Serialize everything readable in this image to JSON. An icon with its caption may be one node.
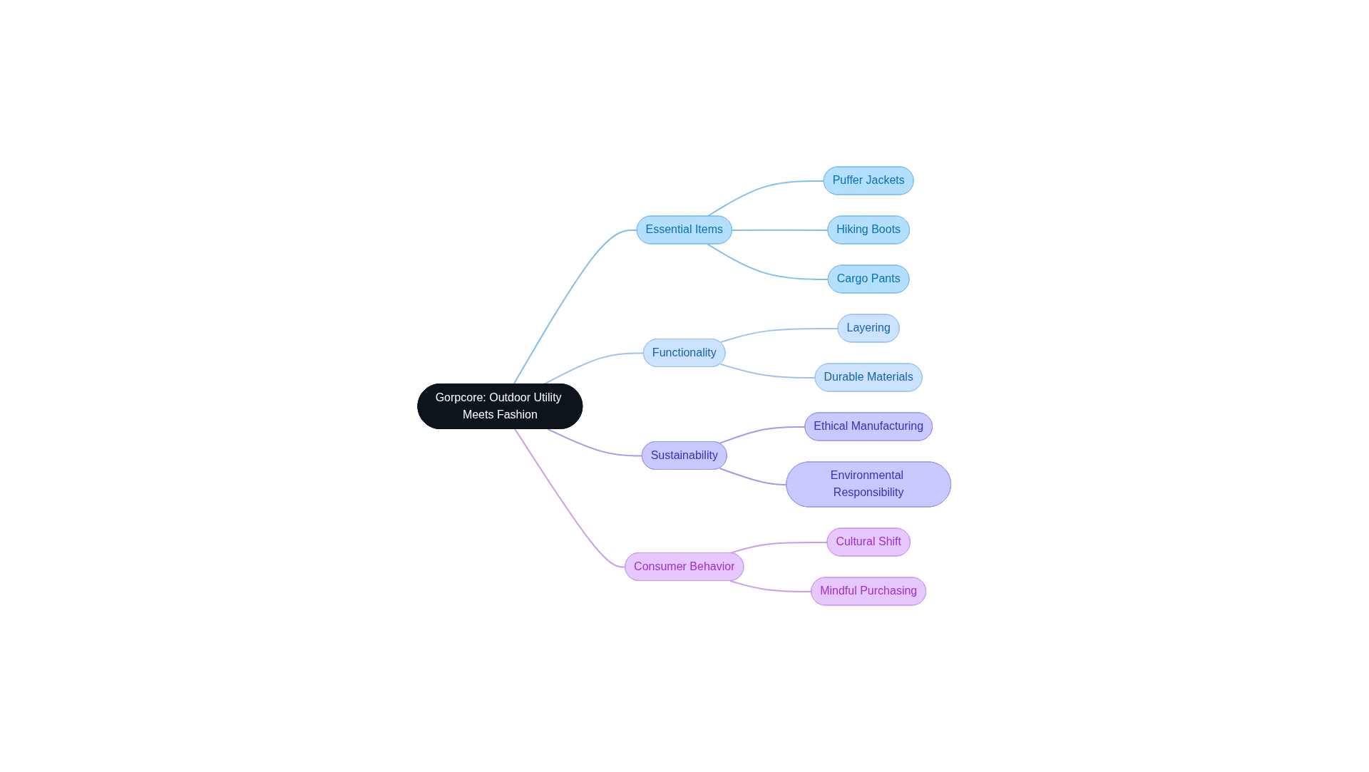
{
  "diagram": {
    "nodes": [
      {
        "text": [
          "Gorpcore: Outdoor Utility Meets Fashion"
        ]
      },
      {
        "text": [
          "Essential Items"
        ]
      },
      {
        "text": [
          "Puffer Jackets"
        ]
      },
      {
        "text": [
          "Hiking Boots"
        ]
      },
      {
        "text": [
          "Cargo Pants"
        ]
      },
      {
        "text": [
          "Functionality"
        ]
      },
      {
        "text": [
          "Layering"
        ]
      },
      {
        "text": [
          "Durable Materials"
        ]
      },
      {
        "text": [
          "Sustainability"
        ]
      },
      {
        "text": [
          "Ethical Manufacturing"
        ]
      },
      {
        "text": [
          "Environmental Responsibility"
        ]
      },
      {
        "text": [
          "Consumer Behavior"
        ]
      },
      {
        "text": [
          "Cultural Shift"
        ]
      },
      {
        "text": [
          "Mindful Purchasing"
        ]
      }
    ],
    "edges": [
      {
        "from": 0,
        "to": 1,
        "arrow": "none",
        "color": "#7fbff0"
      },
      {
        "from": 1,
        "to": 2,
        "arrow": "none",
        "color": "#7fbff0"
      },
      {
        "from": 1,
        "to": 3,
        "arrow": "none",
        "color": "#7fbff0"
      },
      {
        "from": 1,
        "to": 4,
        "arrow": "none",
        "color": "#7fbff0"
      },
      {
        "from": 0,
        "to": 5,
        "arrow": "none",
        "color": "#9ec2f0"
      },
      {
        "from": 5,
        "to": 6,
        "arrow": "none",
        "color": "#9ec2f0"
      },
      {
        "from": 5,
        "to": 7,
        "arrow": "none",
        "color": "#9ec2f0"
      },
      {
        "from": 0,
        "to": 8,
        "arrow": "none",
        "color": "#9b9bf0"
      },
      {
        "from": 8,
        "to": 9,
        "arrow": "none",
        "color": "#9b9bf0"
      },
      {
        "from": 8,
        "to": 10,
        "arrow": "none",
        "color": "#9b9bf0"
      },
      {
        "from": 0,
        "to": 11,
        "arrow": "none",
        "color": "#c99bf0"
      },
      {
        "from": 11,
        "to": 12,
        "arrow": "none",
        "color": "#c99bf0"
      },
      {
        "from": 11,
        "to": 13,
        "arrow": "none",
        "color": "#c99bf0"
      }
    ]
  }
}
